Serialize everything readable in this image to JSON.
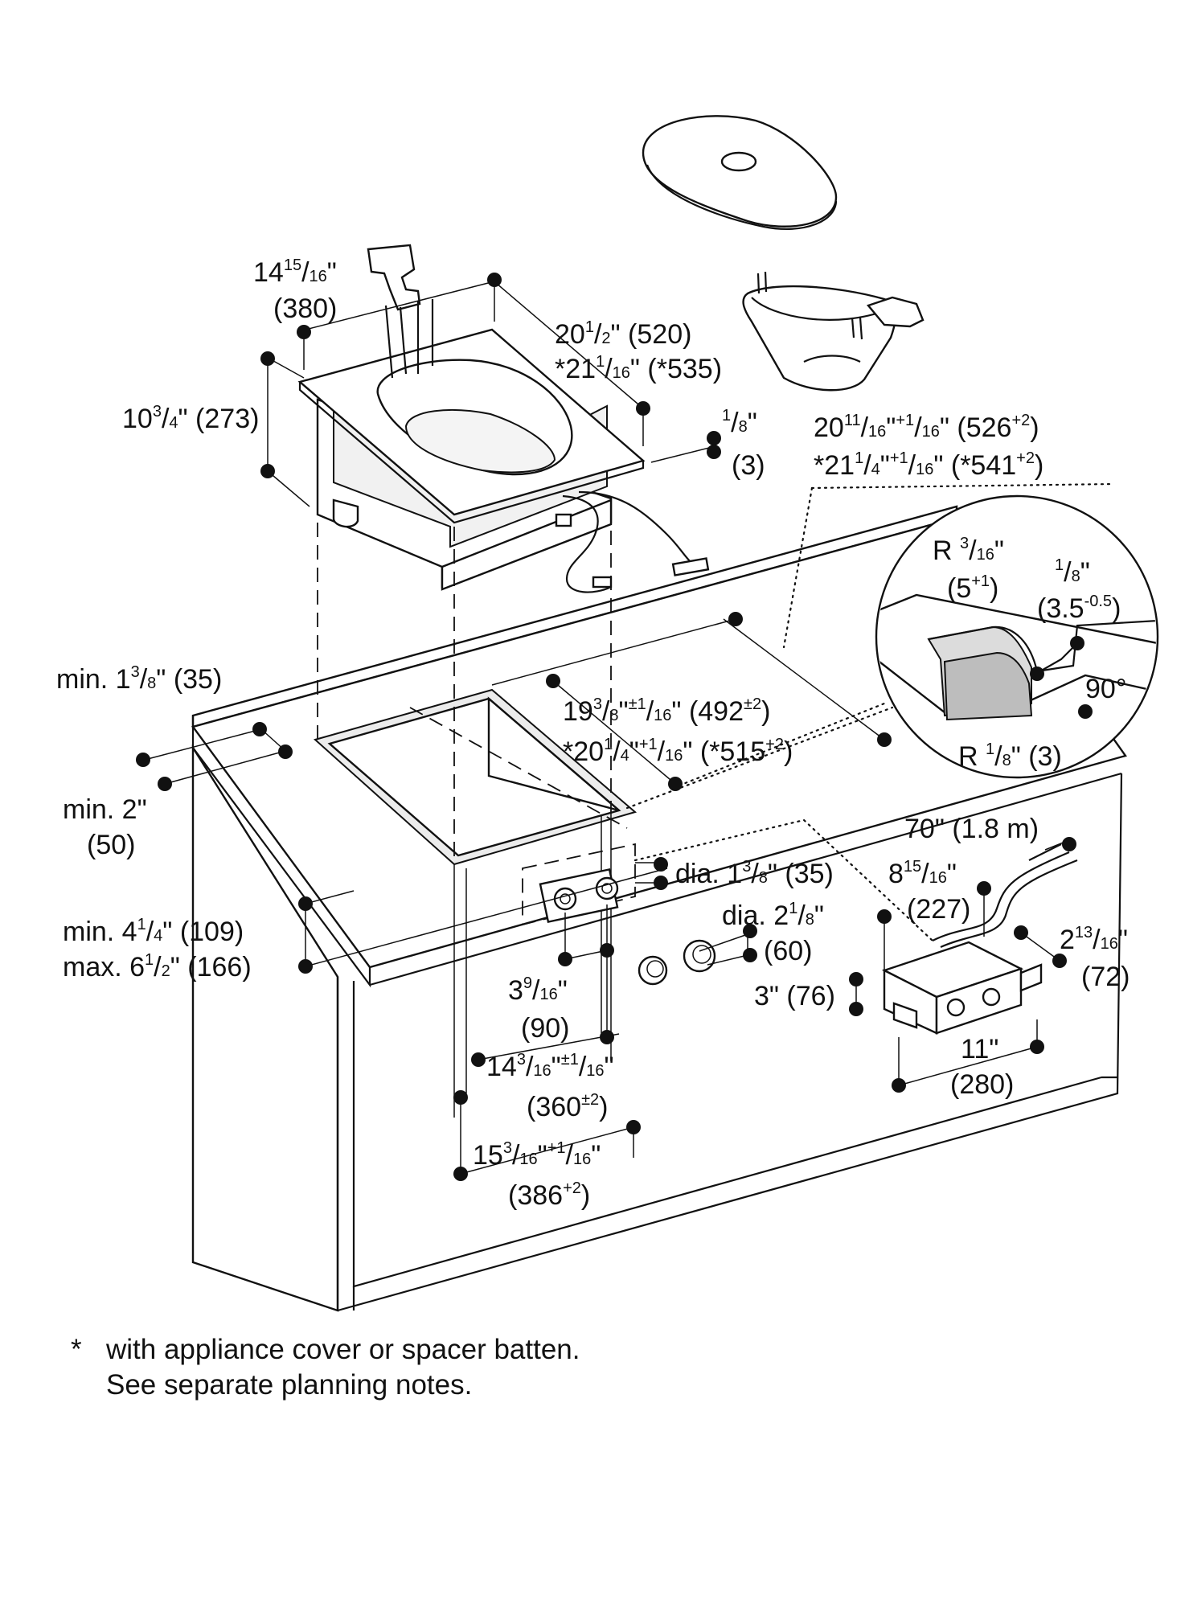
{
  "labels": {
    "basket_width": {
      "t1": "14",
      "t2": "15",
      "t3": "/",
      "t4": "16",
      "t5": "\"",
      "l2": "(380)"
    },
    "depth_top": {
      "l1": "20",
      "s1": "1",
      "l1b": "/",
      "s2": "2",
      "l1c": "\" (520)",
      "l2": "*21",
      "s3": "1",
      "l2b": "/",
      "s4": "16",
      "l2c": "\" (*535)"
    },
    "height_appliance": {
      "l1": "10",
      "s1": "3",
      "l1b": "/",
      "s2": "4",
      "l1c": "\" (273)"
    },
    "edge_thickness": {
      "s1": "1",
      "l1b": "/",
      "s2": "8",
      "l1c": "\"",
      "l2": "(3)"
    },
    "cutout_depth": {
      "l1": "20",
      "s1": "11",
      "l1b": "/",
      "s2": "16",
      "l1c": "\"",
      "s3": "+1",
      "l1d": "/",
      "s4": "16",
      "l1e": "\" (526",
      "s5": "+2",
      "l1f": ")",
      "l2": "*21",
      "s6": "1",
      "l2b": "/",
      "s7": "4",
      "l2c": "\"",
      "s8": "+1",
      "l2d": "/",
      "s9": "16",
      "l2e": "\" (*541",
      "s10": "+2",
      "l2f": ")"
    },
    "radius_top": {
      "l1": "R ",
      "s1": "3",
      "l1b": "/",
      "s2": "16",
      "l1c": "\"",
      "l2": "(5",
      "s3": "+1",
      "l2b": ")"
    },
    "lip_depth": {
      "s1": "1",
      "l1b": "/",
      "s2": "8",
      "l1c": "\"",
      "l2": "(3.5",
      "s3": "-0.5",
      "l2b": ")"
    },
    "angle": "90°",
    "radius_bottom": {
      "l1": "R ",
      "s1": "1",
      "l1b": "/",
      "s2": "8",
      "l1c": "\" (3)"
    },
    "min_back": {
      "l1": "min. 1",
      "s1": "3",
      "l1b": "/",
      "s2": "8",
      "l1c": "\" (35)"
    },
    "cutout_width": {
      "l1": "19",
      "s1": "3",
      "l1b": "/",
      "s2": "8",
      "l1c": "\"",
      "s3": "±1",
      "l1d": "/",
      "s4": "16",
      "l1e": "\" (492",
      "s5": "±2",
      "l1f": ")",
      "l2": "*20",
      "s6": "1",
      "l2b": "/",
      "s7": "4",
      "l2c": "\"",
      "s8": "+1",
      "l2d": "/",
      "s9": "16",
      "l2e": "\" (*515",
      "s10": "+2",
      "l2f": ")"
    },
    "min_front": {
      "l1": "min. 2\"",
      "l2": "(50)"
    },
    "cord": "70\" (1.8 m)",
    "knob_hole": {
      "l1": "dia. 1",
      "s1": "3",
      "l1b": "/",
      "s2": "8",
      "l1c": "\" (35)"
    },
    "box_height": {
      "l1": "8",
      "s1": "15",
      "l1b": "/",
      "s2": "16",
      "l1c": "\"",
      "l2": "(227)"
    },
    "knob_dia": {
      "l1": "dia. 2",
      "s1": "1",
      "l1b": "/",
      "s2": "8",
      "l1c": "\"",
      "l2": "(60)"
    },
    "box_depth": {
      "l1": "2",
      "s1": "13",
      "l1b": "/",
      "s2": "16",
      "l1c": "\"",
      "l2": "(72)"
    },
    "knob_height": {
      "l1": "min. 4",
      "s1": "1",
      "l1b": "/",
      "s2": "4",
      "l1c": "\" (109)",
      "l2": "max. 6",
      "s3": "1",
      "l2b": "/",
      "s4": "2",
      "l2c": "\" (166)"
    },
    "knob_spacing": {
      "l1": "3",
      "s1": "9",
      "l1b": "/",
      "s2": "16",
      "l1c": "\"",
      "l2": "(90)"
    },
    "box_h3": "3\" (76)",
    "box_width": {
      "l1": "11\"",
      "l2": "(280)"
    },
    "inner_width": {
      "l1": "14",
      "s1": "3",
      "l1b": "/",
      "s2": "16",
      "l1c": "\"",
      "s3": "±1",
      "l1d": "/",
      "s4": "16",
      "l1e": "\"",
      "l2": "(360",
      "s5": "±2",
      "l2b": ")"
    },
    "outer_width": {
      "l1": "15",
      "s1": "3",
      "l1b": "/",
      "s2": "16",
      "l1c": "\"",
      "s3": "+1",
      "l1d": "/",
      "s4": "16",
      "l1e": "\"",
      "l2": "(386",
      "s5": "+2",
      "l2b": ")"
    }
  },
  "footnote": {
    "marker": "*",
    "line1": "with appliance cover or spacer batten.",
    "line2": "See separate planning notes."
  }
}
